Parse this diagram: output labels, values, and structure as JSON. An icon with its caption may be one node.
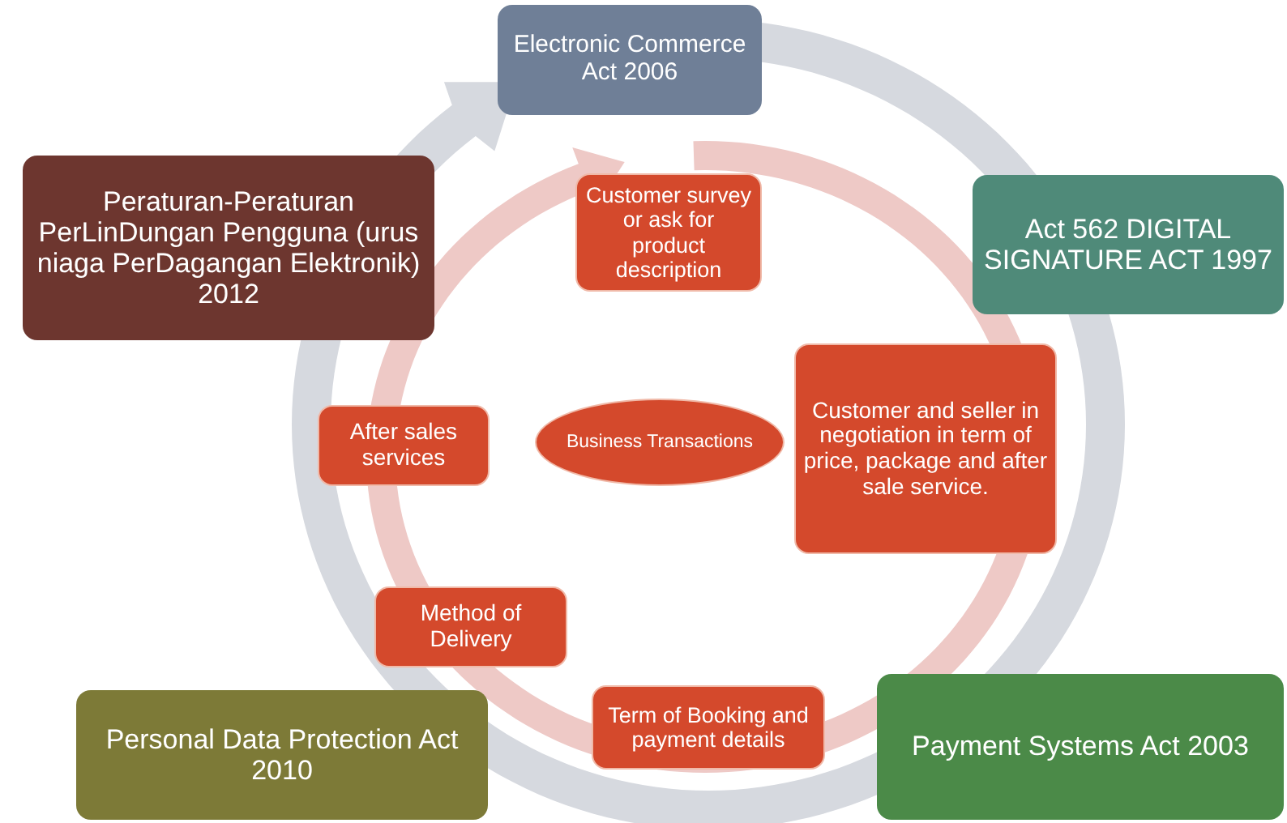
{
  "diagram": {
    "nodes": [
      {
        "text": [
          "Electronic Commerce Act 2006"
        ]
      },
      {
        "text": [
          "Peraturan-Peraturan PerLinDungan Pengguna (urus niaga PerDagangan Elektronik) 2012"
        ]
      },
      {
        "text": [
          "Customer survey or ask for product description"
        ]
      },
      {
        "text": [
          "Act 562 DIGITAL SIGNATURE ACT 1997"
        ]
      },
      {
        "text": [
          "After sales services"
        ]
      },
      {
        "text": [
          "Business Transactions"
        ]
      },
      {
        "text": [
          "Customer and seller in negotiation in term of price, package and after sale service."
        ]
      },
      {
        "text": [
          "Method of Delivery"
        ]
      },
      {
        "text": [
          "Personal Data Protection Act 2010"
        ]
      },
      {
        "text": [
          "Term of Booking and payment details"
        ]
      },
      {
        "text": [
          "Payment Systems Act 2003"
        ]
      }
    ]
  }
}
